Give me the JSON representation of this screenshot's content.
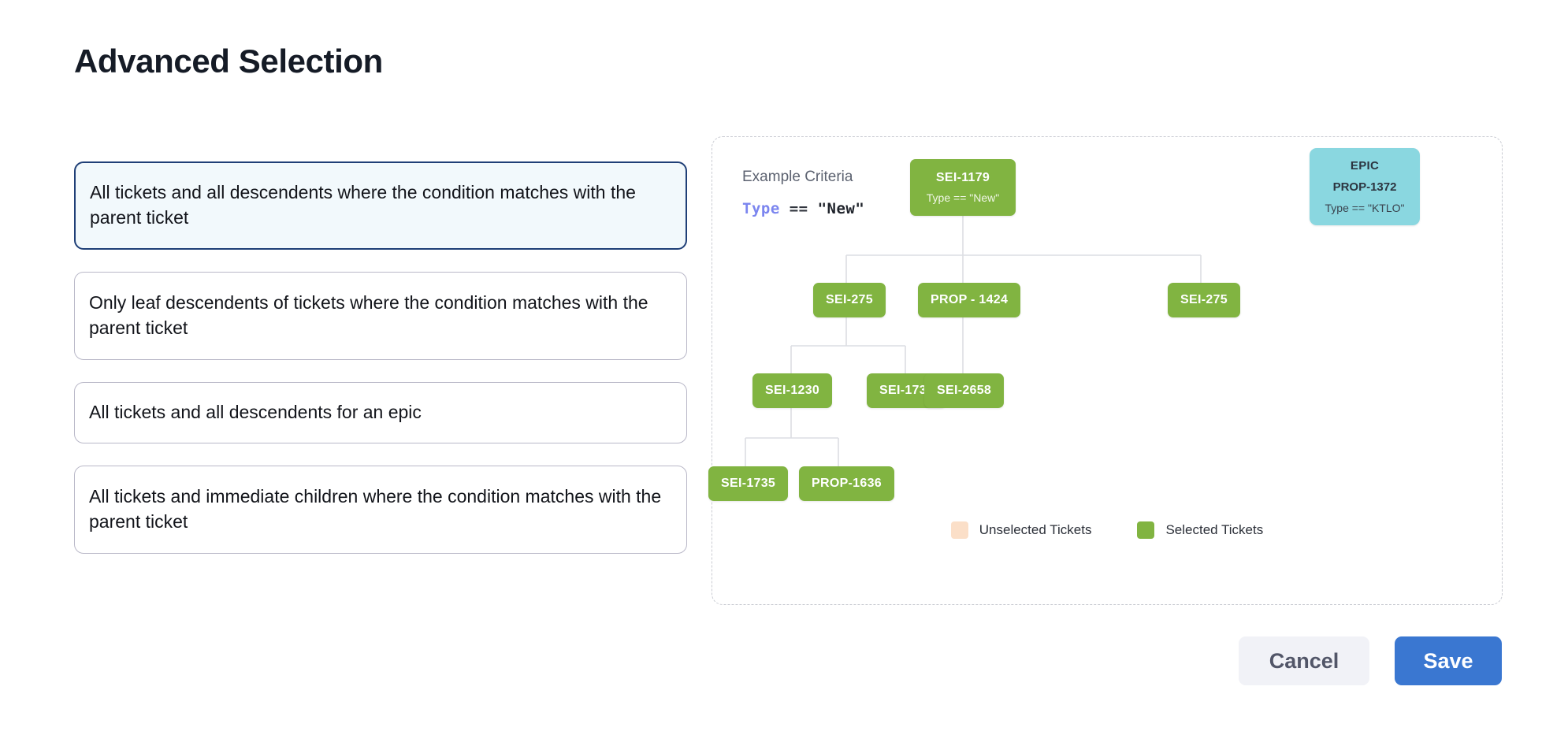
{
  "page_title": "Advanced Selection",
  "options": [
    {
      "label": "All tickets and all descendents where the condition matches with the parent ticket",
      "selected": true
    },
    {
      "label": "Only leaf descendents of tickets where the condition matches with the parent ticket",
      "selected": false
    },
    {
      "label": "All tickets and all descendents for an epic",
      "selected": false
    },
    {
      "label": "All tickets and immediate children where the condition matches with the parent ticket",
      "selected": false
    }
  ],
  "diagram": {
    "criteria_title": "Example Criteria",
    "criteria_keyword": "Type",
    "criteria_operator": "==",
    "criteria_value": "\"New\"",
    "nodes": {
      "root": {
        "id": "SEI-1179",
        "condition": "Type == \"New\""
      },
      "epic": {
        "id": "EPIC",
        "sub": "PROP-1372",
        "condition": "Type == \"KTLO\""
      },
      "row2_left": {
        "id": "SEI-275"
      },
      "row2_mid": {
        "id": "PROP - 1424"
      },
      "row2_right": {
        "id": "SEI-275"
      },
      "row3_left": {
        "id": "SEI-1230"
      },
      "row3_mid": {
        "id": "SEI-1735"
      },
      "row3_right": {
        "id": "SEI-2658"
      },
      "row4_left": {
        "id": "SEI-1735"
      },
      "row4_right": {
        "id": "PROP-1636"
      }
    },
    "legend": [
      {
        "label": "Unselected Tickets",
        "color": "#fbdfc8"
      },
      {
        "label": "Selected Tickets",
        "color": "#81b441"
      }
    ]
  },
  "footer": {
    "cancel_label": "Cancel",
    "save_label": "Save"
  },
  "colors": {
    "selected_node": "#81b441",
    "epic_node": "#8ad7e0",
    "unselected_node": "#fbdfc8",
    "primary_button": "#3a77d1",
    "selected_card_border": "#1f3f77",
    "selected_card_bg": "#f2f9fc",
    "criteria_keyword": "#7b85ef",
    "connector_line": "#dcdee3"
  }
}
